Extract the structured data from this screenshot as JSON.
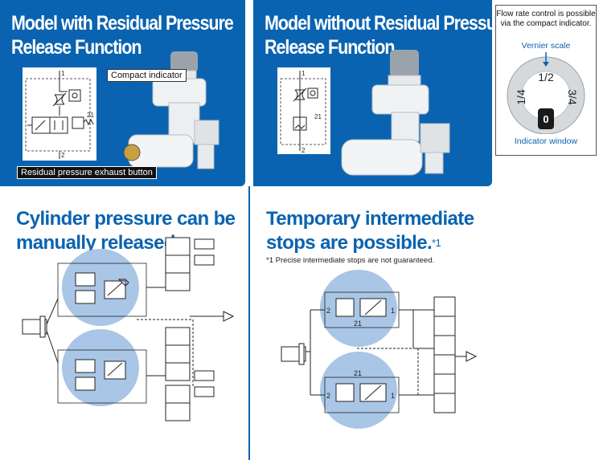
{
  "left_panel": {
    "title_line1": "Model with Residual Pressure",
    "title_line2": "Release Function",
    "callout_indicator": "Compact indicator",
    "callout_button": "Residual pressure exhaust button",
    "port1": "1",
    "port2": "2",
    "port21": "21"
  },
  "right_panel": {
    "title_line1": "Model without Residual Pressure",
    "title_line2": "Release Function",
    "port1": "1",
    "port2": "2",
    "port21": "21"
  },
  "flow_box": {
    "note_line1": "Flow rate control is possible",
    "note_line2": "via the compact indicator.",
    "vernier_label": "Vernier scale",
    "scale_top": "1/2",
    "scale_left": "1/4",
    "scale_right": "3/4",
    "scale_bottom": "0",
    "window_label": "Indicator window"
  },
  "left_section": {
    "heading_line1": "Cylinder pressure can be",
    "heading_line2": "manually released."
  },
  "right_section": {
    "heading_line1": "Temporary intermediate",
    "heading_line2": "stops are possible.",
    "heading_mark": "*1",
    "note": "*1  Precise intermediate stops are not guaranteed.",
    "port2_top": "2",
    "port21_top": "21",
    "port1_top": "1",
    "port21_bottom": "21",
    "port2_bottom": "2",
    "port1_bottom": "1"
  },
  "colors": {
    "panel_blue": "#0a63b0",
    "circle_fill": "#a9c6e6",
    "heading_blue": "#0a63b0"
  }
}
